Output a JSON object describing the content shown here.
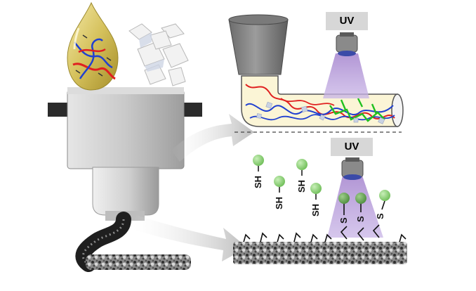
{
  "labels": {
    "uv_top": "UV",
    "uv_bottom": "UV",
    "thiol": "SH",
    "sulfur": "S"
  },
  "colors": {
    "oil_drop": "#d8c86a",
    "polymer_red": "#e02020",
    "polymer_blue": "#2040d0",
    "crosslink_green": "#20c020",
    "uv_beam": "#b89ad8",
    "thiol_sphere": "#8fd07a",
    "hopper": "#8e8e8e",
    "printhead": "#cfcfcf"
  },
  "icons": [
    "oil-droplet-icon",
    "salt-crystals-icon",
    "uv-lamp-icon",
    "arrow-icon"
  ]
}
